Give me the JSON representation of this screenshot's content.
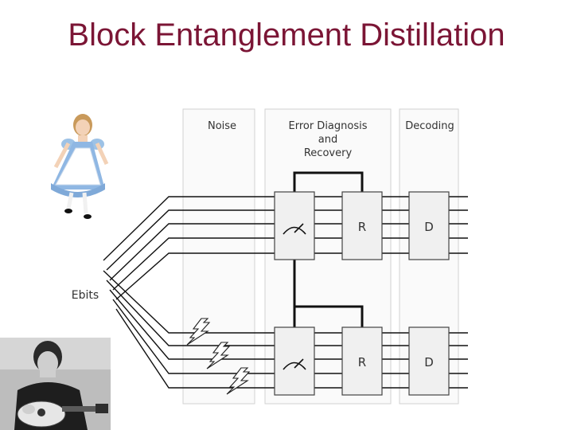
{
  "slide": {
    "title": "Block Entanglement Distillation"
  },
  "diagram": {
    "panels": {
      "noise": "Noise",
      "diagnosis": [
        "Error Diagnosis",
        "and",
        "Recovery"
      ],
      "decoding": "Decoding"
    },
    "ebits_label": "Ebits",
    "recovery_label": "R",
    "decoding_label": "D",
    "images": [
      "alice-doll-photo",
      "guitarist-photo"
    ],
    "icons": [
      "meter-icon",
      "lightning-icon"
    ]
  }
}
